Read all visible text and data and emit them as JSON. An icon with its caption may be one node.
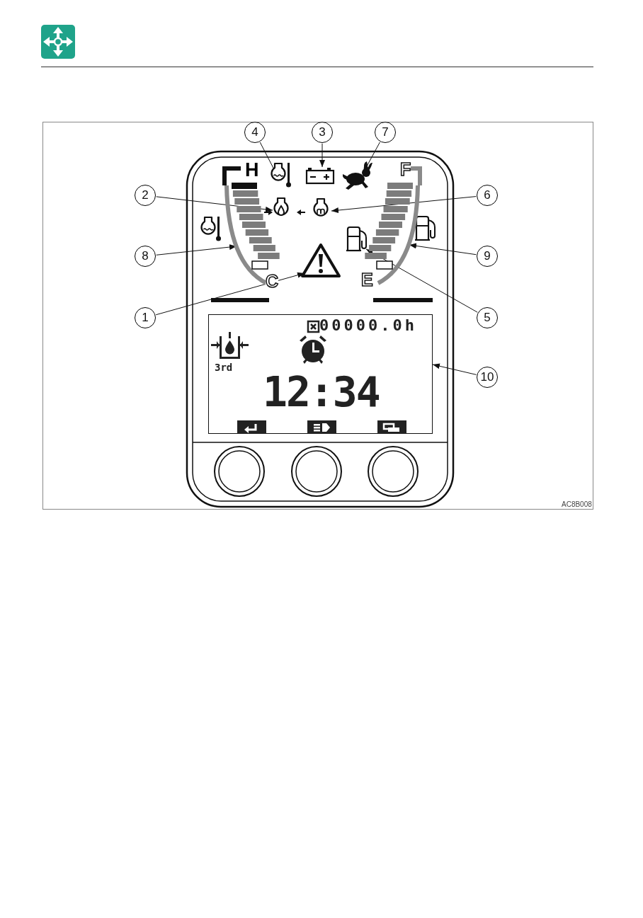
{
  "diagram": {
    "nodes": [
      {
        "text": [
          "4"
        ]
      },
      {
        "text": [
          "3"
        ]
      },
      {
        "text": [
          "7"
        ]
      },
      {
        "text": [
          "2"
        ]
      },
      {
        "text": [
          "6"
        ]
      },
      {
        "text": [
          "8"
        ]
      },
      {
        "text": [
          "9"
        ]
      },
      {
        "text": [
          "1"
        ]
      },
      {
        "text": [
          "5"
        ]
      },
      {
        "text": [
          "10"
        ]
      },
      {
        "text": [],
        "shape": "icon"
      },
      {
        "text": [],
        "shape": "icon"
      },
      {
        "text": [],
        "shape": "icon"
      },
      {
        "text": [],
        "shape": "icon"
      },
      {
        "text": [],
        "shape": "icon"
      },
      {
        "text": [],
        "shape": "bar"
      },
      {
        "text": [],
        "shape": "bar"
      },
      {
        "text": [],
        "shape": "icon"
      },
      {
        "text": [],
        "shape": "icon"
      },
      {
        "text": [],
        "shape": "box"
      }
    ],
    "edges": [
      {
        "from": 0,
        "to": 10,
        "arrow": "to"
      },
      {
        "from": 1,
        "to": 11,
        "arrow": "to"
      },
      {
        "from": 2,
        "to": 12,
        "arrow": "to"
      },
      {
        "from": 3,
        "to": 13,
        "arrow": "to"
      },
      {
        "from": 4,
        "to": 14,
        "arrow": "to"
      },
      {
        "from": 5,
        "to": 15,
        "arrow": "to"
      },
      {
        "from": 6,
        "to": 16,
        "arrow": "to"
      },
      {
        "from": 7,
        "to": 17,
        "arrow": "to"
      },
      {
        "from": 8,
        "to": 18,
        "arrow": "to"
      },
      {
        "from": 9,
        "to": 19,
        "arrow": "to"
      }
    ],
    "labels": [
      "H",
      "F",
      "C",
      "E",
      "00000.0h",
      "3rd",
      "12:34",
      "AC8B008"
    ]
  }
}
